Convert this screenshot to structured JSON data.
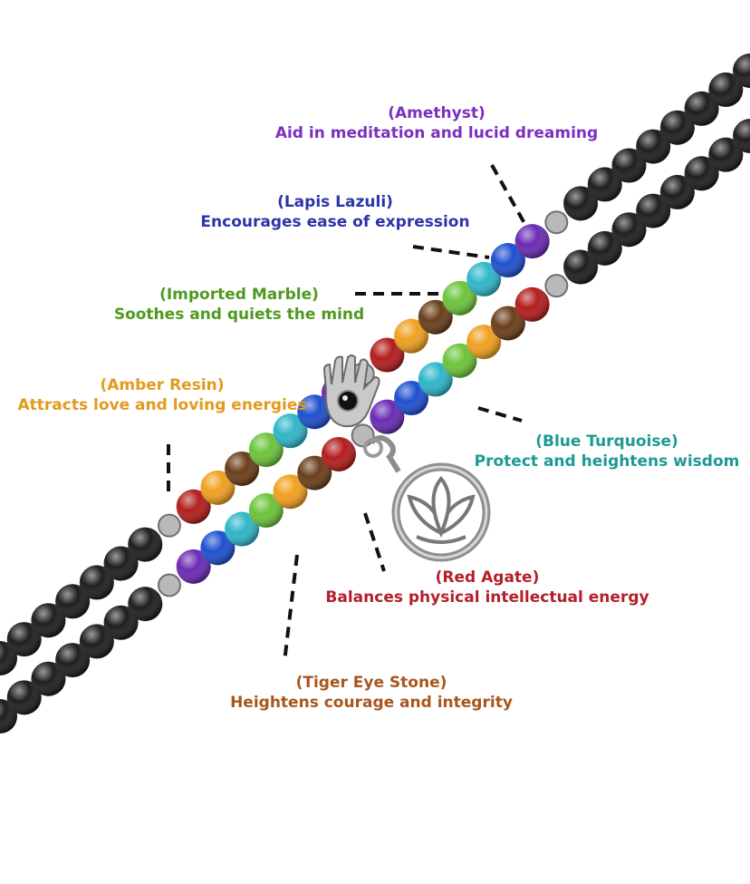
{
  "labels": {
    "amethyst": {
      "name": "(Amethyst)",
      "desc": "Aid in meditation and lucid dreaming",
      "color": "#7b2fbf"
    },
    "lapis": {
      "name": "(Lapis Lazuli)",
      "desc": "Encourages ease of expression",
      "color": "#2d34a8"
    },
    "marble": {
      "name": "(Imported Marble)",
      "desc": "Soothes and quiets the mind",
      "color": "#4e9a1f"
    },
    "amber": {
      "name": "(Amber Resin)",
      "desc": "Attracts love and loving energies",
      "color": "#e39a1c"
    },
    "turquoise": {
      "name": "(Blue Turquoise)",
      "desc": "Protect and heightens wisdom",
      "color": "#1d9a94"
    },
    "agate": {
      "name": "(Red Agate)",
      "desc": "Balances physical intellectual energy",
      "color": "#b3202a"
    },
    "tiger": {
      "name": "(Tiger Eye Stone)",
      "desc": "Heightens courage and integrity",
      "color": "#a8561c"
    }
  },
  "colors": {
    "lava": "#1e1e1e",
    "amethyst": "#6a2bb4",
    "lapis": "#1f4fd0",
    "turquoise": "#2fb6c8",
    "marble": "#6cc43a",
    "tiger": "#6b3e1a",
    "amber": "#f0a020",
    "agate": "#b31d1d",
    "silver": "#b9b9b9"
  },
  "charms": {
    "hamsa": "hamsa-hand-charm",
    "lotus": "lotus-pendant-charm"
  }
}
